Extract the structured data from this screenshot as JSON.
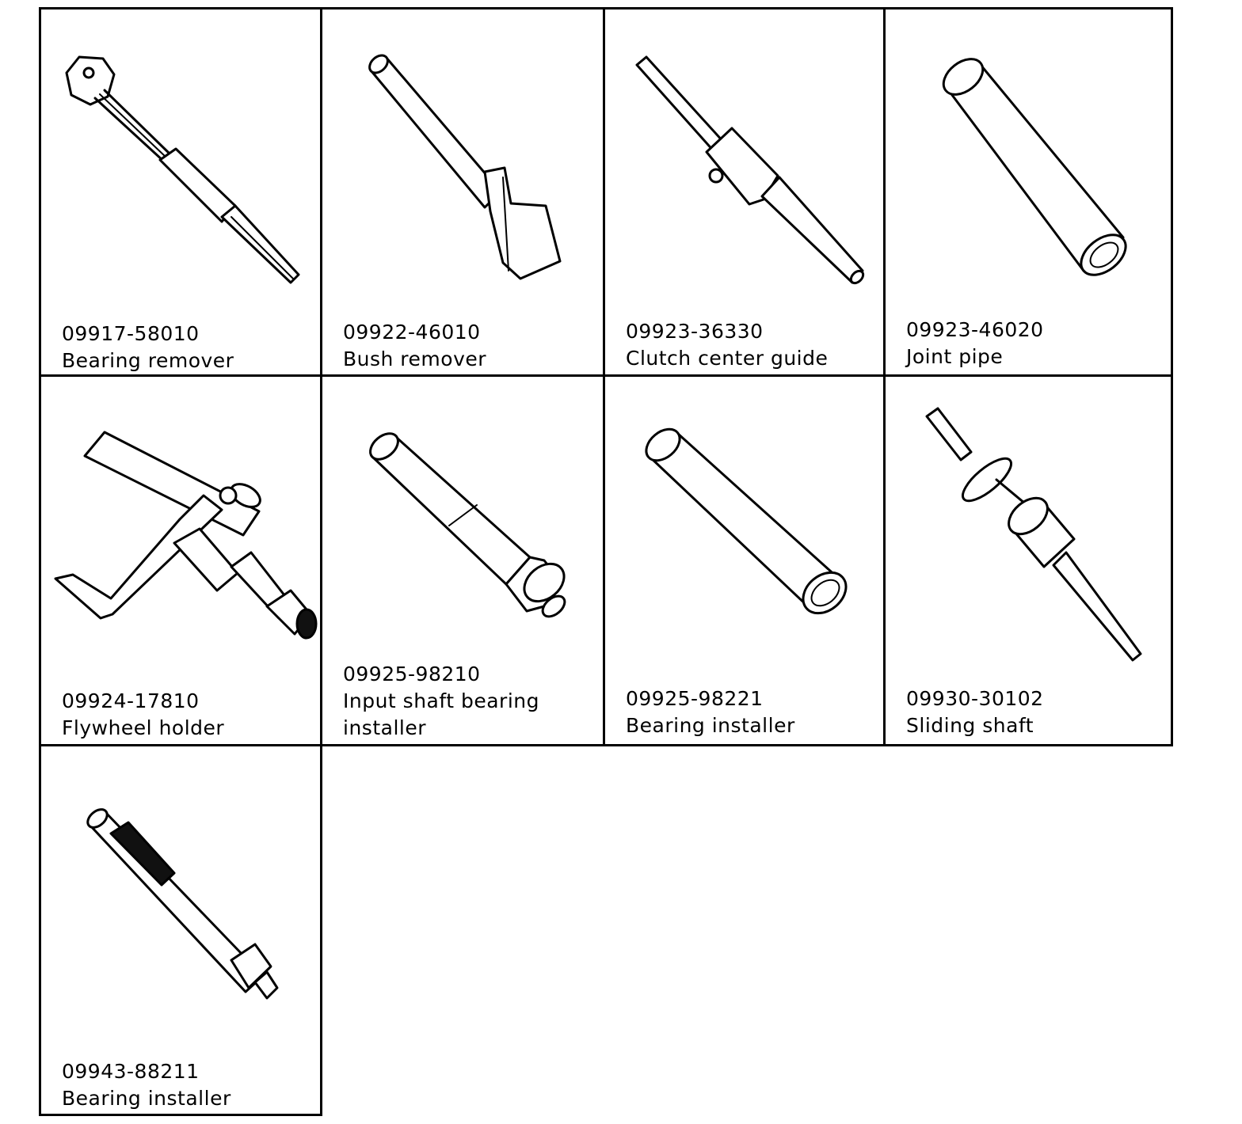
{
  "tools": [
    {
      "part_number": "09917-58010",
      "name": "Bearing remover",
      "icon": "bearing-remover-icon"
    },
    {
      "part_number": "09922-46010",
      "name": "Bush remover",
      "icon": "bush-remover-icon"
    },
    {
      "part_number": "09923-36330",
      "name": "Clutch center guide",
      "icon": "clutch-center-guide-icon"
    },
    {
      "part_number": "09923-46020",
      "name": "Joint pipe",
      "icon": "joint-pipe-icon"
    },
    {
      "part_number": "09924-17810",
      "name": "Flywheel holder",
      "icon": "flywheel-holder-icon"
    },
    {
      "part_number": "09925-98210",
      "name": "Input shaft bearing",
      "name_line2": "installer",
      "icon": "input-shaft-bearing-installer-icon"
    },
    {
      "part_number": "09925-98221",
      "name": "Bearing installer",
      "icon": "bearing-installer-icon"
    },
    {
      "part_number": "09930-30102",
      "name": "Sliding shaft",
      "icon": "sliding-shaft-icon"
    },
    {
      "part_number": "09943-88211",
      "name": "Bearing installer",
      "icon": "bearing-installer-small-icon"
    }
  ]
}
